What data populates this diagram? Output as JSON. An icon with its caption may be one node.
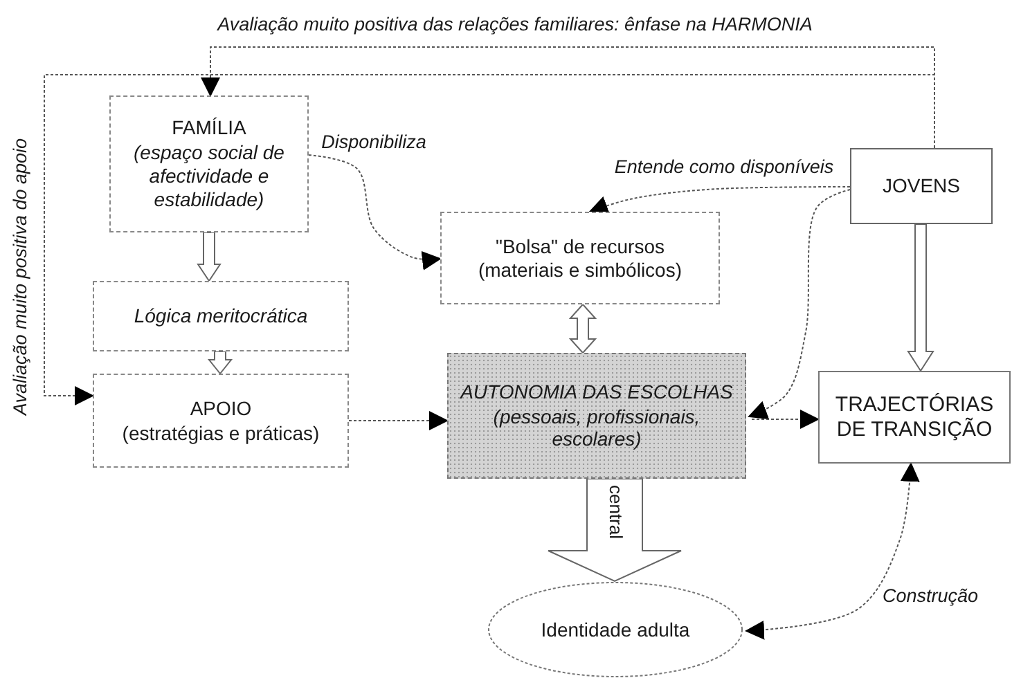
{
  "diagram": {
    "nodes": [
      {
        "text": [
          "FAMÍLIA",
          "(espaço social de afectividade e estabilidade)"
        ]
      },
      {
        "text": [
          "Lógica meritocrática"
        ]
      },
      {
        "text": [
          "APOIO",
          "(estratégias e práticas)"
        ]
      },
      {
        "text": [
          "\"Bolsa\" de recursos (materiais e simbólicos)"
        ]
      },
      {
        "text": [
          "AUTONOMIA DAS ESCOLHAS",
          "(pessoais, profissionais, escolares)"
        ]
      },
      {
        "text": [
          "JOVENS"
        ]
      },
      {
        "text": [
          "TRAJECTÓRIAS DE TRANSIÇÃO"
        ]
      },
      {
        "text": [
          "Identidade adulta"
        ]
      }
    ],
    "edges": [
      {
        "from": 5,
        "to": 0,
        "arrow": "to",
        "label": "Avaliação muito positiva das relações familiares: ênfase na HARMONIA"
      },
      {
        "from": 5,
        "to": 2,
        "arrow": "to",
        "label": "Avaliação muito positiva do apoio"
      },
      {
        "from": 0,
        "to": 3,
        "arrow": "to",
        "label": "Disponibiliza"
      },
      {
        "from": 5,
        "to": 3,
        "arrow": "to",
        "label": "Entende como disponíveis"
      },
      {
        "from": 5,
        "to": 4,
        "arrow": "to"
      },
      {
        "from": 0,
        "to": 1,
        "arrow": "to",
        "style": "thick"
      },
      {
        "from": 1,
        "to": 2,
        "arrow": "to",
        "style": "thick"
      },
      {
        "from": 3,
        "to": 4,
        "arrow": "both",
        "style": "thick"
      },
      {
        "from": 5,
        "to": 6,
        "arrow": "to",
        "style": "thick"
      },
      {
        "from": 4,
        "to": 7,
        "arrow": "to",
        "style": "thick",
        "label": "central"
      },
      {
        "from": 2,
        "to": 4,
        "arrow": "to"
      },
      {
        "from": 4,
        "to": 6,
        "arrow": "to"
      },
      {
        "from": 6,
        "to": 7,
        "arrow": "both",
        "label": "Construção"
      }
    ]
  }
}
